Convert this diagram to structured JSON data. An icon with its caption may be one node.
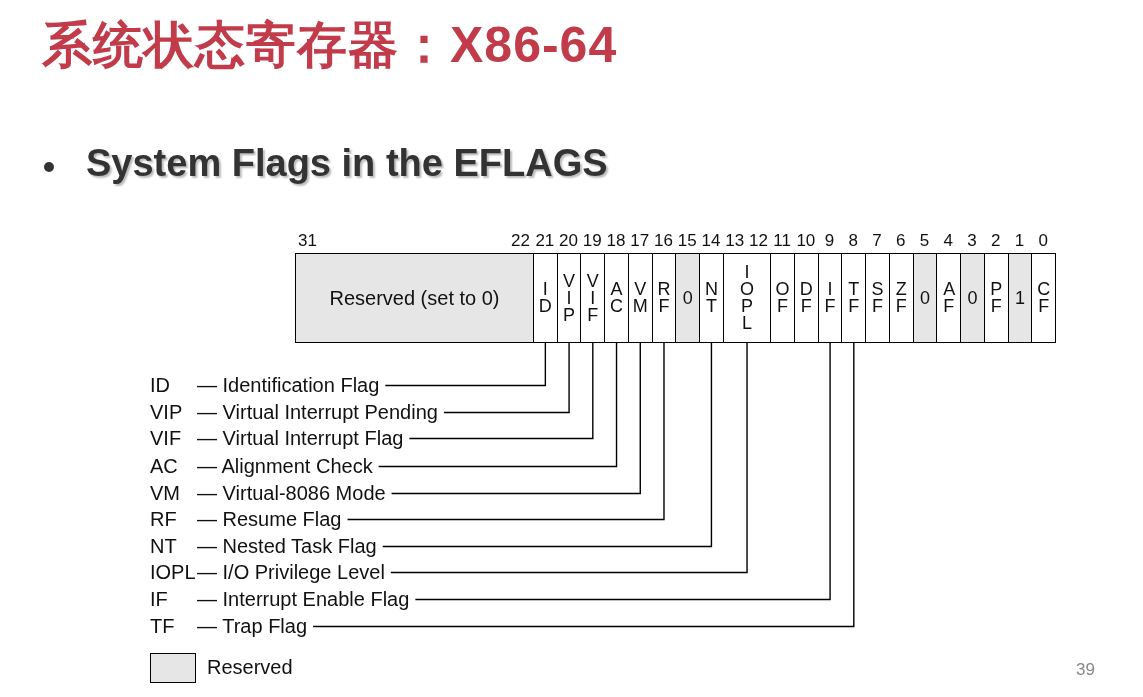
{
  "diagram": {
    "title": "系统状态寄存器：X86-64",
    "nodes": [
      {
        "text": [
          "Reserved (set to 0)"
        ]
      },
      {
        "text": [
          "I D"
        ]
      },
      {
        "text": [
          "V I P"
        ]
      },
      {
        "text": [
          "V I F"
        ]
      },
      {
        "text": [
          "A C"
        ]
      },
      {
        "text": [
          "V M"
        ]
      },
      {
        "text": [
          "R F"
        ]
      },
      {
        "text": [
          "0"
        ]
      },
      {
        "text": [
          "N T"
        ]
      },
      {
        "text": [
          "I O P L"
        ]
      },
      {
        "text": [
          "O F"
        ]
      },
      {
        "text": [
          "D F"
        ]
      },
      {
        "text": [
          "I F"
        ]
      },
      {
        "text": [
          "T F"
        ]
      },
      {
        "text": [
          "S F"
        ]
      },
      {
        "text": [
          "Z F"
        ]
      },
      {
        "text": [
          "0"
        ]
      },
      {
        "text": [
          "A F"
        ]
      },
      {
        "text": [
          "0"
        ]
      },
      {
        "text": [
          "P F"
        ]
      },
      {
        "text": [
          "1"
        ]
      },
      {
        "text": [
          "C F"
        ]
      },
      {
        "text": [
          "ID",
          "— Identification Flag"
        ]
      },
      {
        "text": [
          "VIP",
          "— Virtual Interrupt Pending"
        ]
      },
      {
        "text": [
          "VIF",
          "— Virtual Interrupt Flag"
        ]
      },
      {
        "text": [
          "AC",
          "— Alignment Check"
        ]
      },
      {
        "text": [
          "VM",
          "— Virtual-8086 Mode"
        ]
      },
      {
        "text": [
          "RF",
          "— Resume Flag"
        ]
      },
      {
        "text": [
          "NT",
          "— Nested Task Flag"
        ]
      },
      {
        "text": [
          "IOPL",
          "— I/O Privilege Level"
        ]
      },
      {
        "text": [
          "IF",
          "— Interrupt Enable Flag"
        ]
      },
      {
        "text": [
          "TF",
          "— Trap Flag"
        ]
      }
    ],
    "edges": [
      {
        "from": 22,
        "to": 1,
        "arrow": "none"
      },
      {
        "from": 23,
        "to": 2,
        "arrow": "none"
      },
      {
        "from": 24,
        "to": 3,
        "arrow": "none"
      },
      {
        "from": 25,
        "to": 4,
        "arrow": "none"
      },
      {
        "from": 26,
        "to": 5,
        "arrow": "none"
      },
      {
        "from": 27,
        "to": 6,
        "arrow": "none"
      },
      {
        "from": 28,
        "to": 8,
        "arrow": "none"
      },
      {
        "from": 29,
        "to": 9,
        "arrow": "none"
      },
      {
        "from": 30,
        "to": 12,
        "arrow": "none"
      },
      {
        "from": 31,
        "to": 13,
        "arrow": "none"
      }
    ],
    "labels": [
      "System Flags in the EFLAGS",
      "31",
      "22",
      "21",
      "20",
      "19",
      "18",
      "17",
      "16",
      "15",
      "14",
      "13",
      "12",
      "11",
      "10",
      "9",
      "8",
      "7",
      "6",
      "5",
      "4",
      "3",
      "2",
      "1",
      "0",
      "39"
    ],
    "legend": [
      {
        "text": "Reserved",
        "color": "#e6e6e6"
      }
    ]
  }
}
